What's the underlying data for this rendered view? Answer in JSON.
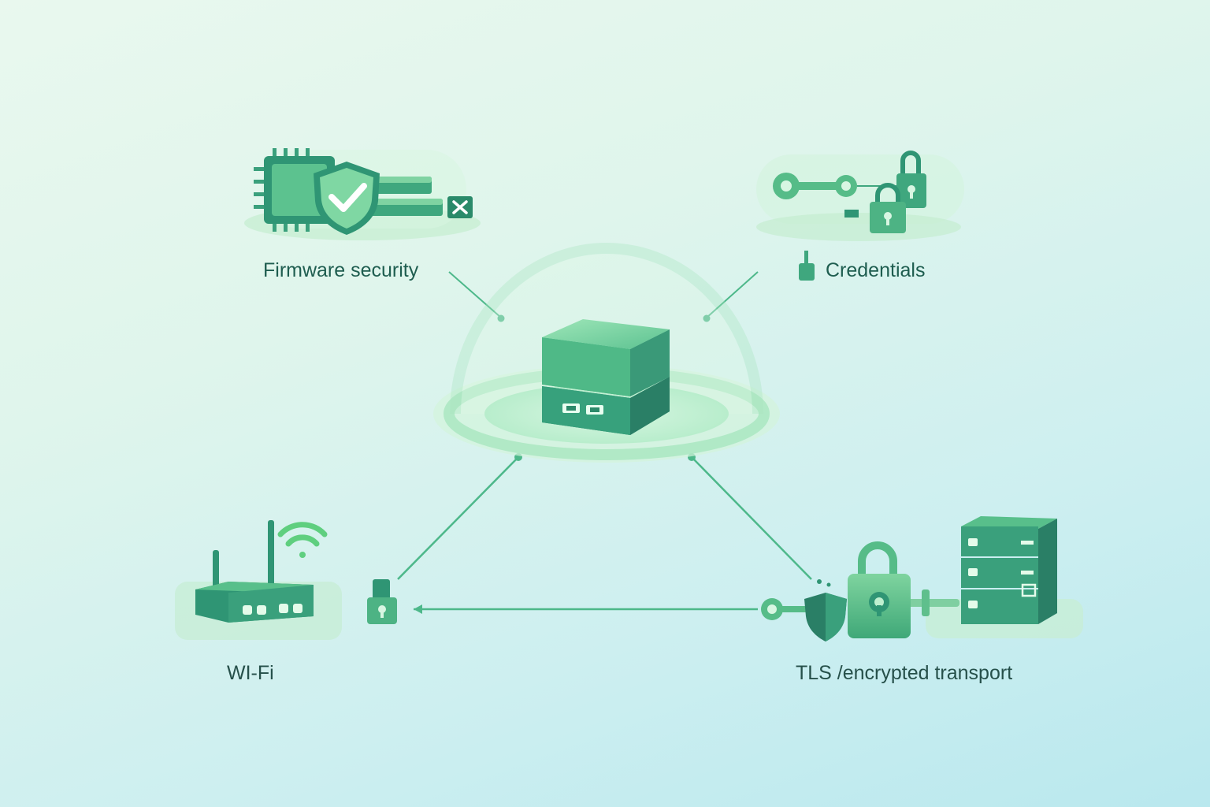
{
  "labels": {
    "firmware": "Firmware security",
    "credentials": "Credentials",
    "wifi": "WI-Fi",
    "tls": "TLS /encrypted transport"
  },
  "colors": {
    "primary": "#3aa87a",
    "dark": "#2a8a6a",
    "light": "#8fdcae",
    "line": "#4db88a",
    "text": "#1f5e50"
  },
  "icons": {
    "firmware": [
      "chip-icon",
      "shield-check-icon",
      "close-icon"
    ],
    "credentials": [
      "key-icon",
      "padlock-icon"
    ],
    "center": [
      "iot-device-icon",
      "protective-dome-icon"
    ],
    "wifi": [
      "router-icon",
      "wifi-signal-icon",
      "padlock-icon"
    ],
    "tls": [
      "server-icon",
      "padlock-icon",
      "shield-icon",
      "key-icon"
    ]
  }
}
